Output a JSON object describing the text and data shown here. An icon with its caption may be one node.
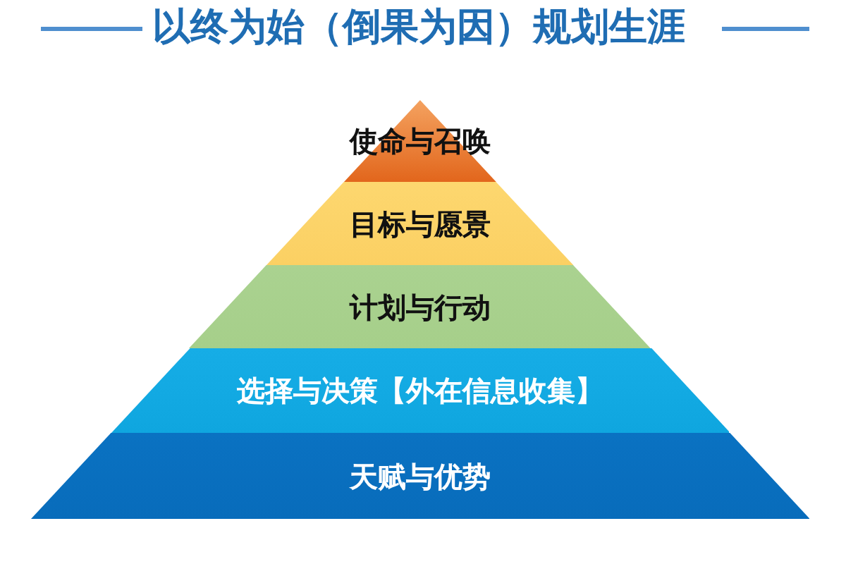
{
  "diagram": {
    "title": "以终为始（倒果为因）规划生涯",
    "nodes": [
      {
        "text": [
          "使命与召唤"
        ]
      },
      {
        "text": [
          "目标与愿景"
        ]
      },
      {
        "text": [
          "计划与行动"
        ]
      },
      {
        "text": [
          "选择与决策【外在信息收集】"
        ]
      },
      {
        "text": [
          "天赋与优势"
        ]
      }
    ]
  }
}
